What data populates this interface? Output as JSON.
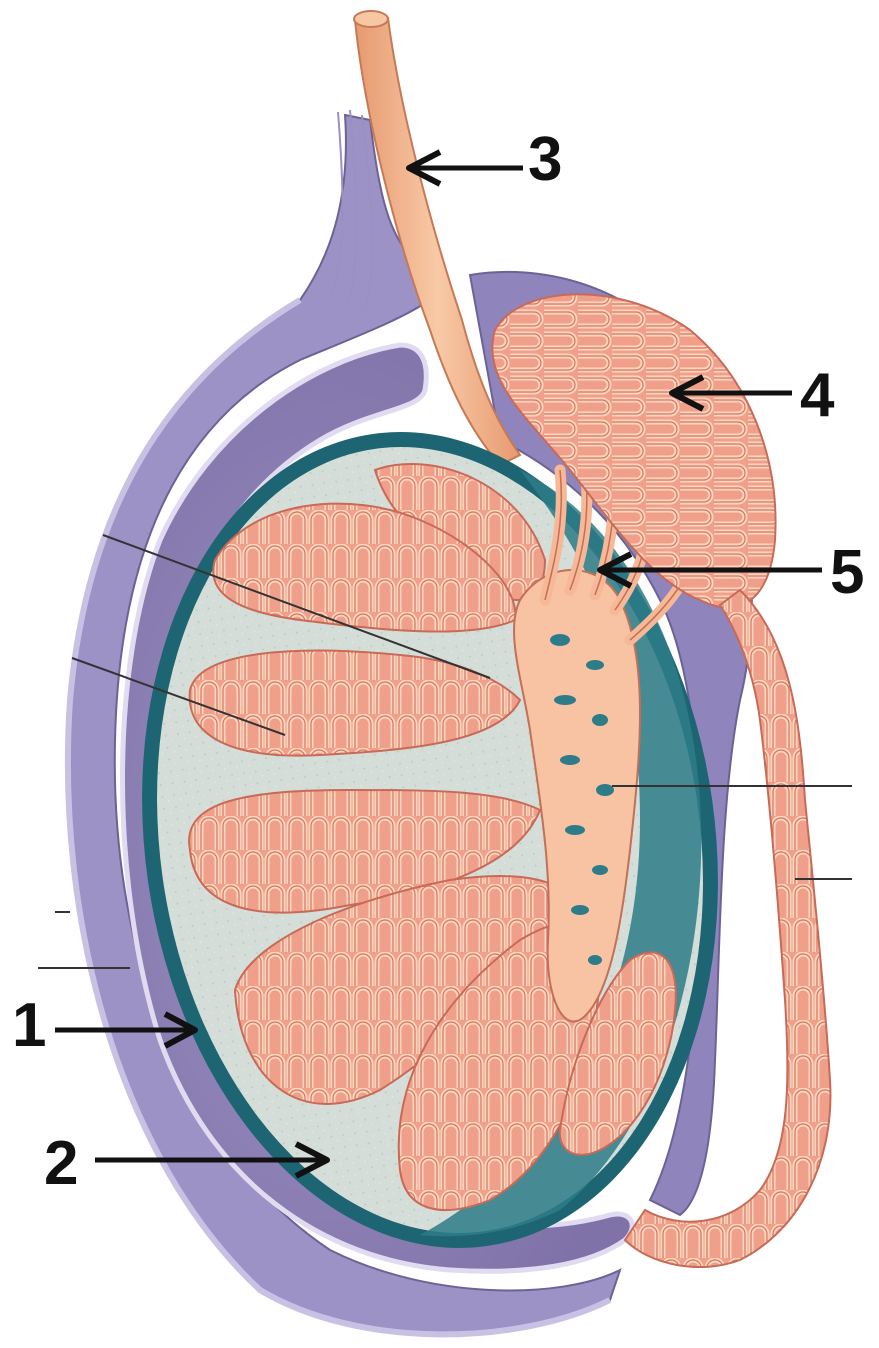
{
  "diagram": {
    "labels": [
      "1",
      "2",
      "3",
      "4",
      "5"
    ]
  },
  "colors": {
    "tunica_vaginalis": "#8d7fb5",
    "tunica_vaginalis_light": "#b7acd6",
    "tunica_albuginea": "#1f6675",
    "interior": "#d6e0db",
    "tubule_fill": "#f0a58f",
    "tubule_light": "#f9cdb4",
    "ductus": "#f4b990",
    "arrow": "#111111"
  }
}
